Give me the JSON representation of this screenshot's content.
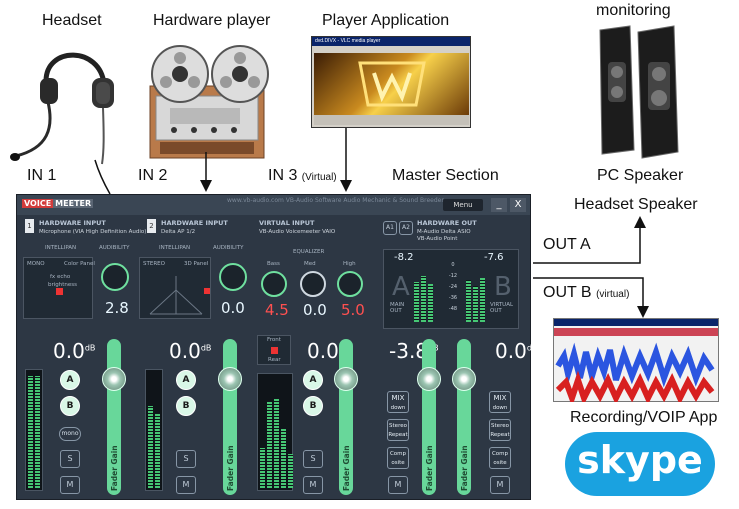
{
  "top_labels": {
    "headset": "Headset",
    "hardware_player": "Hardware player",
    "player_application": "Player Application",
    "monitoring": "monitoring"
  },
  "inputs": {
    "in1": "IN 1",
    "in2": "IN 2",
    "in3": "IN 3",
    "in3_note": "(Virtual)",
    "master": "Master Section"
  },
  "outputs": {
    "pc_speaker": "PC Speaker",
    "headset_speaker": "Headset Speaker",
    "out_a": "OUT A",
    "out_b": "OUT B",
    "out_b_note": "(virtual)",
    "recording": "Recording/VOIP  App",
    "skype": "skype"
  },
  "player_window": {
    "title": "dvd.DIVX - VLC media player"
  },
  "voicemeeter": {
    "logo_a": "VOICE",
    "logo_b": "MEETER",
    "banner": "www.vb-audio.com  VB-Audio Software  Audio Mechanic & Sound Breeder",
    "menu": "Menu",
    "minimize": "_",
    "close": "X",
    "strip1": {
      "num": "1",
      "title": "HARDWARE INPUT",
      "sub": "Microphone (VIA High Definition Audio)",
      "intellipan": "INTELLIPAN",
      "mode": "MONO",
      "panel": "Color Panel",
      "fx": "fx echo",
      "brightness": "brightness",
      "audibility": "AUDIBILITY",
      "knob": "2.8",
      "db": "0.0",
      "mono": "mono"
    },
    "strip2": {
      "num": "2",
      "title": "HARDWARE INPUT",
      "sub": "Delta AP 1/2",
      "intellipan": "INTELLIPAN",
      "mode": "STEREO",
      "panel": "3D Panel",
      "audibility": "AUDIBILITY",
      "knob": "0.0",
      "db": "0.0"
    },
    "strip3": {
      "title": "VIRTUAL INPUT",
      "sub": "VB-Audio Voicemeeter VAIO",
      "equalizer": "EQUALIZER",
      "bass": "Bass",
      "med": "Med",
      "high": "High",
      "bass_val": "4.5",
      "med_val": "0.0",
      "high_val": "5.0",
      "front": "Front",
      "rear": "Rear",
      "db": "0.0"
    },
    "master": {
      "a1": "A1",
      "a2": "A2",
      "title": "HARDWARE OUT",
      "sub1": "M-Audio Delta ASIO",
      "sub2": "VB-Audio Point",
      "level_a": "-8.2",
      "level_b": "-7.6",
      "scale": [
        "0",
        "-12",
        "-24",
        "-36",
        "-48"
      ],
      "letter_a": "A",
      "letter_b": "B",
      "main_out": "MAIN OUT",
      "virtual_out": "VIRTUAL OUT",
      "db_a": "-3.8",
      "db_b": "0.0",
      "mix": "MIX",
      "mix_sub": "down",
      "stereo": "Stereo",
      "repeat": "Repeat",
      "comp": "Comp",
      "osite": "osite",
      "mute": "M"
    },
    "unit_db": "dB",
    "dbu": "dB",
    "btn_a": "A",
    "btn_b": "B",
    "solo": "S",
    "mute": "M",
    "fader": "Fader Gain"
  }
}
